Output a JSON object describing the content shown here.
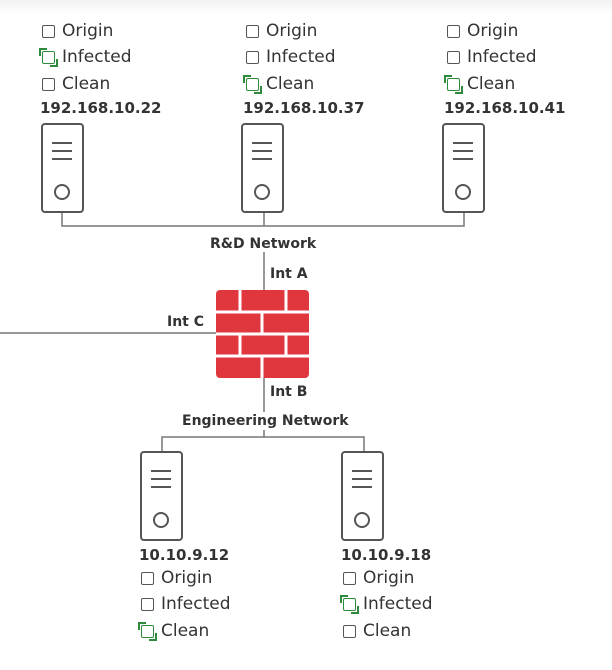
{
  "colors": {
    "firewall": "#e0373f",
    "firewall_mortar": "#ffffff",
    "server_outline": "#555555",
    "link": "#777777",
    "checked_marker": "#2e8b3c"
  },
  "networks": {
    "rd": "R&D Network",
    "engineering": "Engineering Network"
  },
  "firewall": {
    "icon": "firewall-icon",
    "interfaces": {
      "a": "Int A",
      "b": "Int B",
      "c": "Int C"
    }
  },
  "hosts": [
    {
      "ip": "192.168.10.22",
      "icon": "server-icon",
      "options": [
        {
          "label": "Origin",
          "checked": false
        },
        {
          "label": "Infected",
          "checked": true
        },
        {
          "label": "Clean",
          "checked": false
        }
      ]
    },
    {
      "ip": "192.168.10.37",
      "icon": "server-icon",
      "options": [
        {
          "label": "Origin",
          "checked": false
        },
        {
          "label": "Infected",
          "checked": false
        },
        {
          "label": "Clean",
          "checked": true
        }
      ]
    },
    {
      "ip": "192.168.10.41",
      "icon": "server-icon",
      "options": [
        {
          "label": "Origin",
          "checked": false
        },
        {
          "label": "Infected",
          "checked": false
        },
        {
          "label": "Clean",
          "checked": true
        }
      ]
    },
    {
      "ip": "10.10.9.12",
      "icon": "server-icon",
      "options": [
        {
          "label": "Origin",
          "checked": false
        },
        {
          "label": "Infected",
          "checked": false
        },
        {
          "label": "Clean",
          "checked": true
        }
      ]
    },
    {
      "ip": "10.10.9.18",
      "icon": "server-icon",
      "options": [
        {
          "label": "Origin",
          "checked": false
        },
        {
          "label": "Infected",
          "checked": true
        },
        {
          "label": "Clean",
          "checked": false
        }
      ]
    }
  ]
}
